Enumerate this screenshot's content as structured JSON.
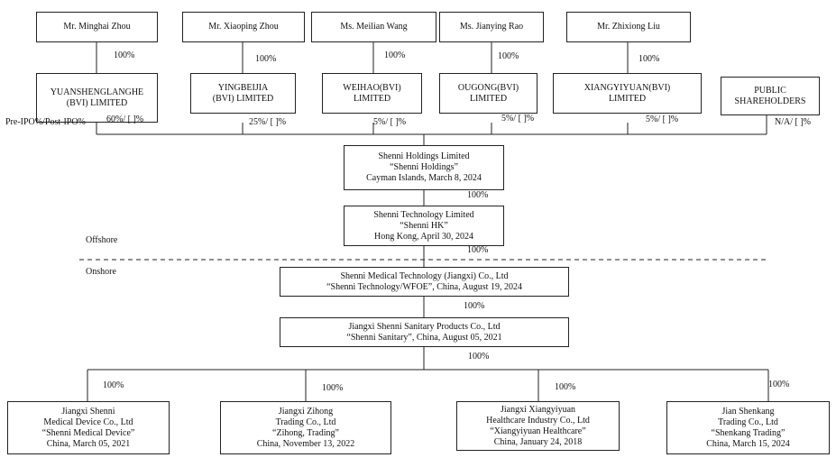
{
  "individuals": [
    {
      "name": "Mr.  Minghai Zhou"
    },
    {
      "name": "Mr. Xiaoping Zhou"
    },
    {
      "name": "Ms. Meilian Wang"
    },
    {
      "name": "Ms. Jianying Rao"
    },
    {
      "name": "Mr. Zhixiong Liu"
    }
  ],
  "individual_ownership": [
    "100%",
    "100%",
    "100%",
    "100%",
    "100%"
  ],
  "bvi_entities": [
    {
      "line1": "YUANSHENGLANGHE",
      "line2": "(BVI)  LIMITED"
    },
    {
      "line1": "YINGBEIJIA",
      "line2": "(BVI)   LIMITED"
    },
    {
      "line1": "WEIHAO(BVI)",
      "line2": "LIMITED"
    },
    {
      "line1": "OUGONG(BVI)",
      "line2": "LIMITED"
    },
    {
      "line1": "XIANGYIYUAN(BVI)",
      "line2": "LIMITED"
    },
    {
      "line1": "PUBLIC",
      "line2": "SHAREHOLDERS"
    }
  ],
  "pre_post_ipo_label": "Pre-IPO%/Post-IPO%",
  "shareholder_pcts": [
    "60%/ [ ]%",
    "25%/ [ ]%",
    "5%/ [ ]%",
    "5%/ [ ]%",
    "5%/ [ ]%",
    "N/A/ [ ]%"
  ],
  "holdings": {
    "line1": "Shenni Holdings Limited",
    "line2": "“Shenni Holdings”",
    "line3": "Cayman Islands, March 8, 2024"
  },
  "holdings_to_hk_pct": "100%",
  "hk": {
    "line1": "Shenni Technology Limited",
    "line2": "“Shenni HK”",
    "line3": "Hong Kong, April 30, 2024"
  },
  "hk_to_wfoe_pct": "100%",
  "offshore_label": "Offshore",
  "onshore_label": "Onshore",
  "wfoe": {
    "line1": "Shenni Medical Technology (Jiangxi) Co., Ltd",
    "line2": "“Shenni Technology/WFOE”, China, August 19, 2024"
  },
  "wfoe_to_sanitary_pct": "100%",
  "sanitary": {
    "line1": "Jiangxi Shenni Sanitary Products Co., Ltd",
    "line2": "“Shenni Sanitary”, China, August 05, 2021"
  },
  "sanitary_pct": "100%",
  "subsidiary_pcts": [
    "100%",
    "100%",
    "100%",
    "100%"
  ],
  "subsidiaries": [
    {
      "lines": [
        "Jiangxi Shenni",
        "Medical Device Co., Ltd",
        "“Shenni Medical Device”",
        "China, March 05, 2021"
      ]
    },
    {
      "lines": [
        "Jiangxi Zihong",
        "Trading Co., Ltd",
        "“Zihong, Trading”",
        "China, November 13, 2022"
      ]
    },
    {
      "lines": [
        "Jiangxi Xiangyiyuan",
        "Healthcare Industry Co., Ltd",
        "“Xiangyiyuan Healthcare”",
        "China, January 24, 2018"
      ]
    },
    {
      "lines": [
        "Jian Shenkang",
        "Trading Co., Ltd",
        "“Shenkang Trading”",
        "China, March 15, 2024"
      ]
    }
  ]
}
